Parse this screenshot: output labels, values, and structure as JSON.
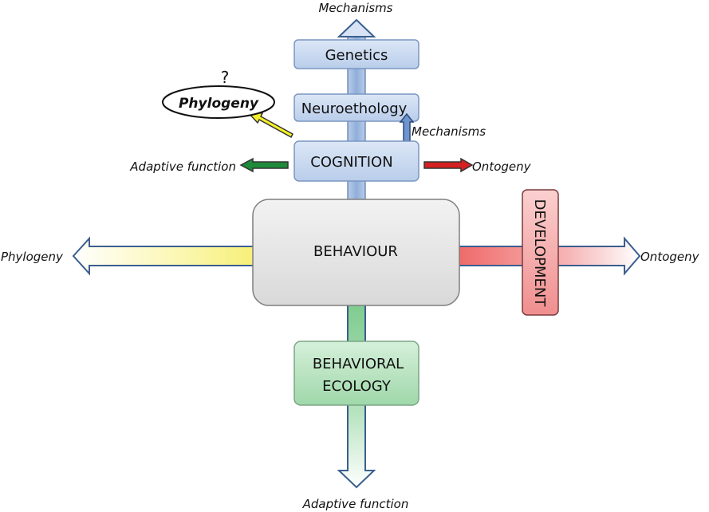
{
  "labels": {
    "top_mechanisms": "Mechanisms",
    "bottom_adaptive": "Adaptive function",
    "left_phylogeny": "Phylogeny",
    "right_ontogeny": "Ontogeny",
    "small_mechanisms": "Mechanisms",
    "small_adaptive": "Adaptive function",
    "small_ontogeny": "Ontogeny",
    "question_mark": "?"
  },
  "boxes": {
    "genetics": "Genetics",
    "neuroethology": "Neuroethology",
    "cognition": "COGNITION",
    "behaviour": "BEHAVIOUR",
    "behavioral_ecology_line1": "BEHAVIORAL",
    "behavioral_ecology_line2": "ECOLOGY",
    "development": "DEVELOPMENT",
    "phylogeny_ellipse": "Phylogeny"
  },
  "colors": {
    "blue_arrow": "#a9c3e8",
    "yellow_arrow": "#f6f28a",
    "red_arrow": "#f07a7a",
    "green_arrow": "#8fd0a0",
    "arrow_stroke": "#3a5f8f"
  }
}
